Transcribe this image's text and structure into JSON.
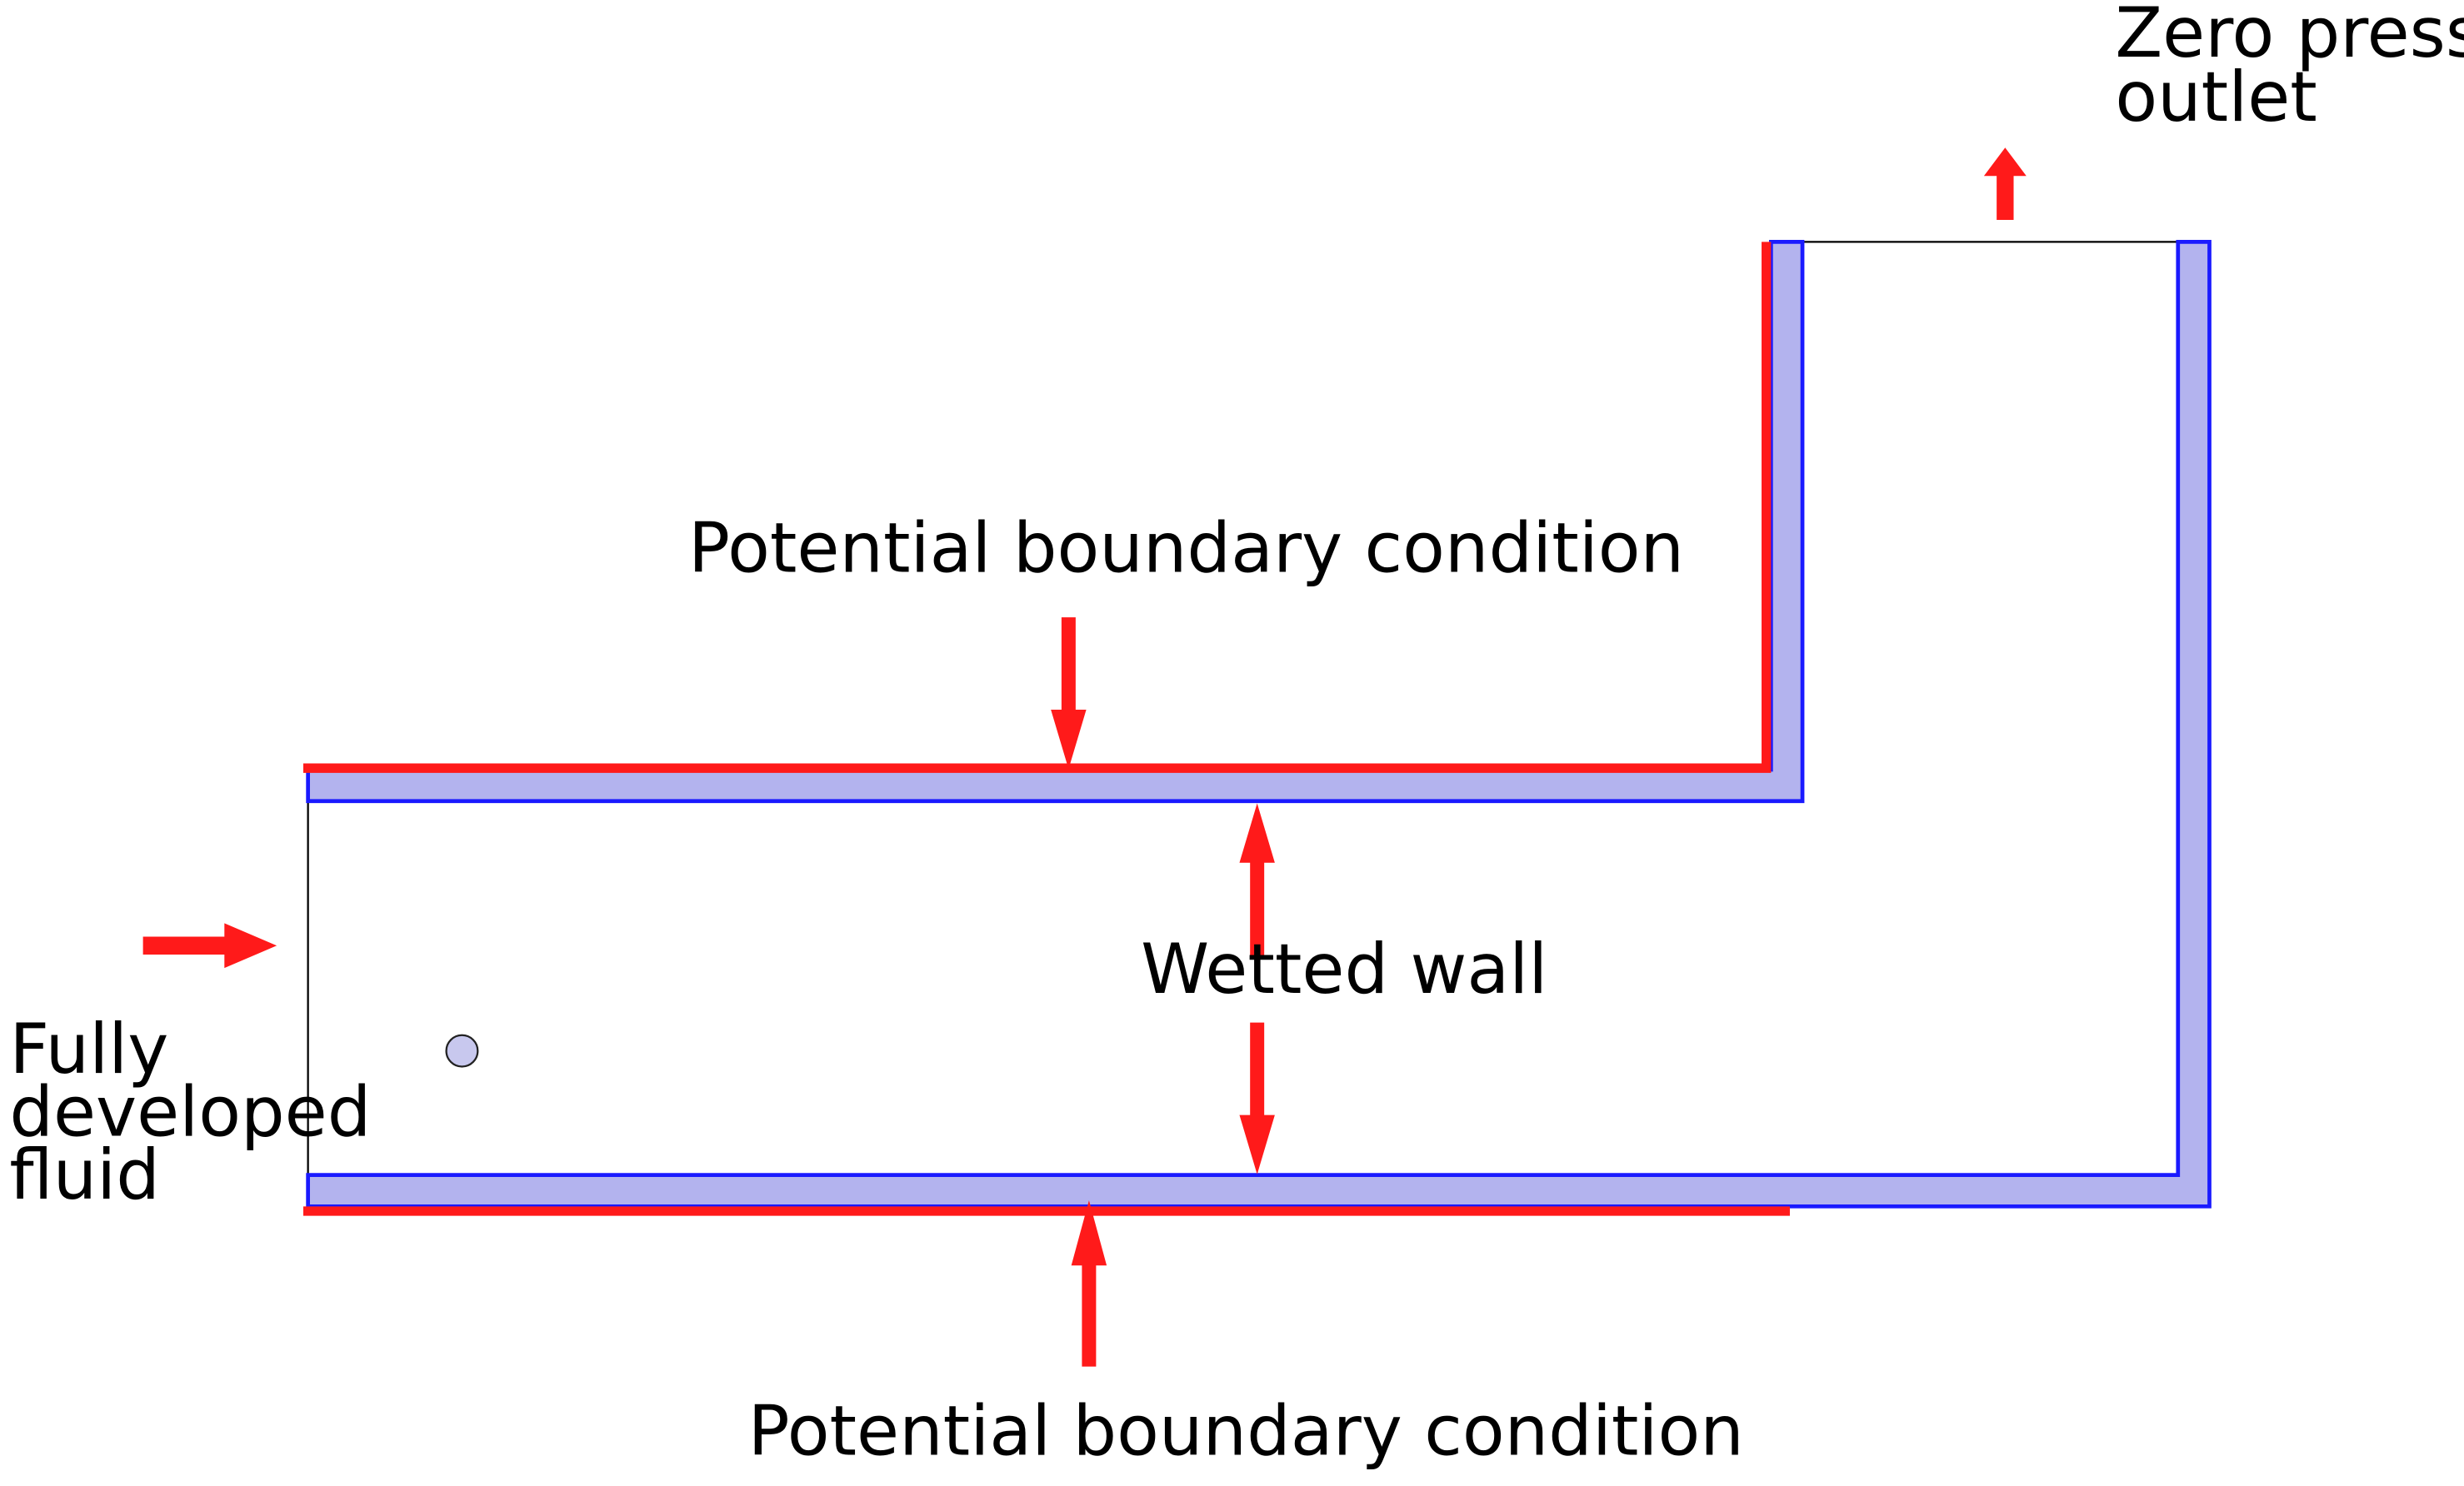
{
  "labels": {
    "outlet_line1": "Zero pressure",
    "outlet_line2": "outlet",
    "top_condition": "Potential boundary condition",
    "wetted_wall": "Wetted wall",
    "inlet_line1": "Fully",
    "inlet_line2": "developed",
    "inlet_line3": "fluid",
    "bottom_condition": "Potential boundary condition"
  },
  "colors": {
    "wall_outline": "#1a1aff",
    "wall_fill": "#b3b3ee",
    "boundary_line": "#ff1a1a",
    "arrow": "#ff1a1a",
    "open_boundary": "#000000",
    "marker_fill": "#c8c8ee",
    "text": "#000000"
  }
}
